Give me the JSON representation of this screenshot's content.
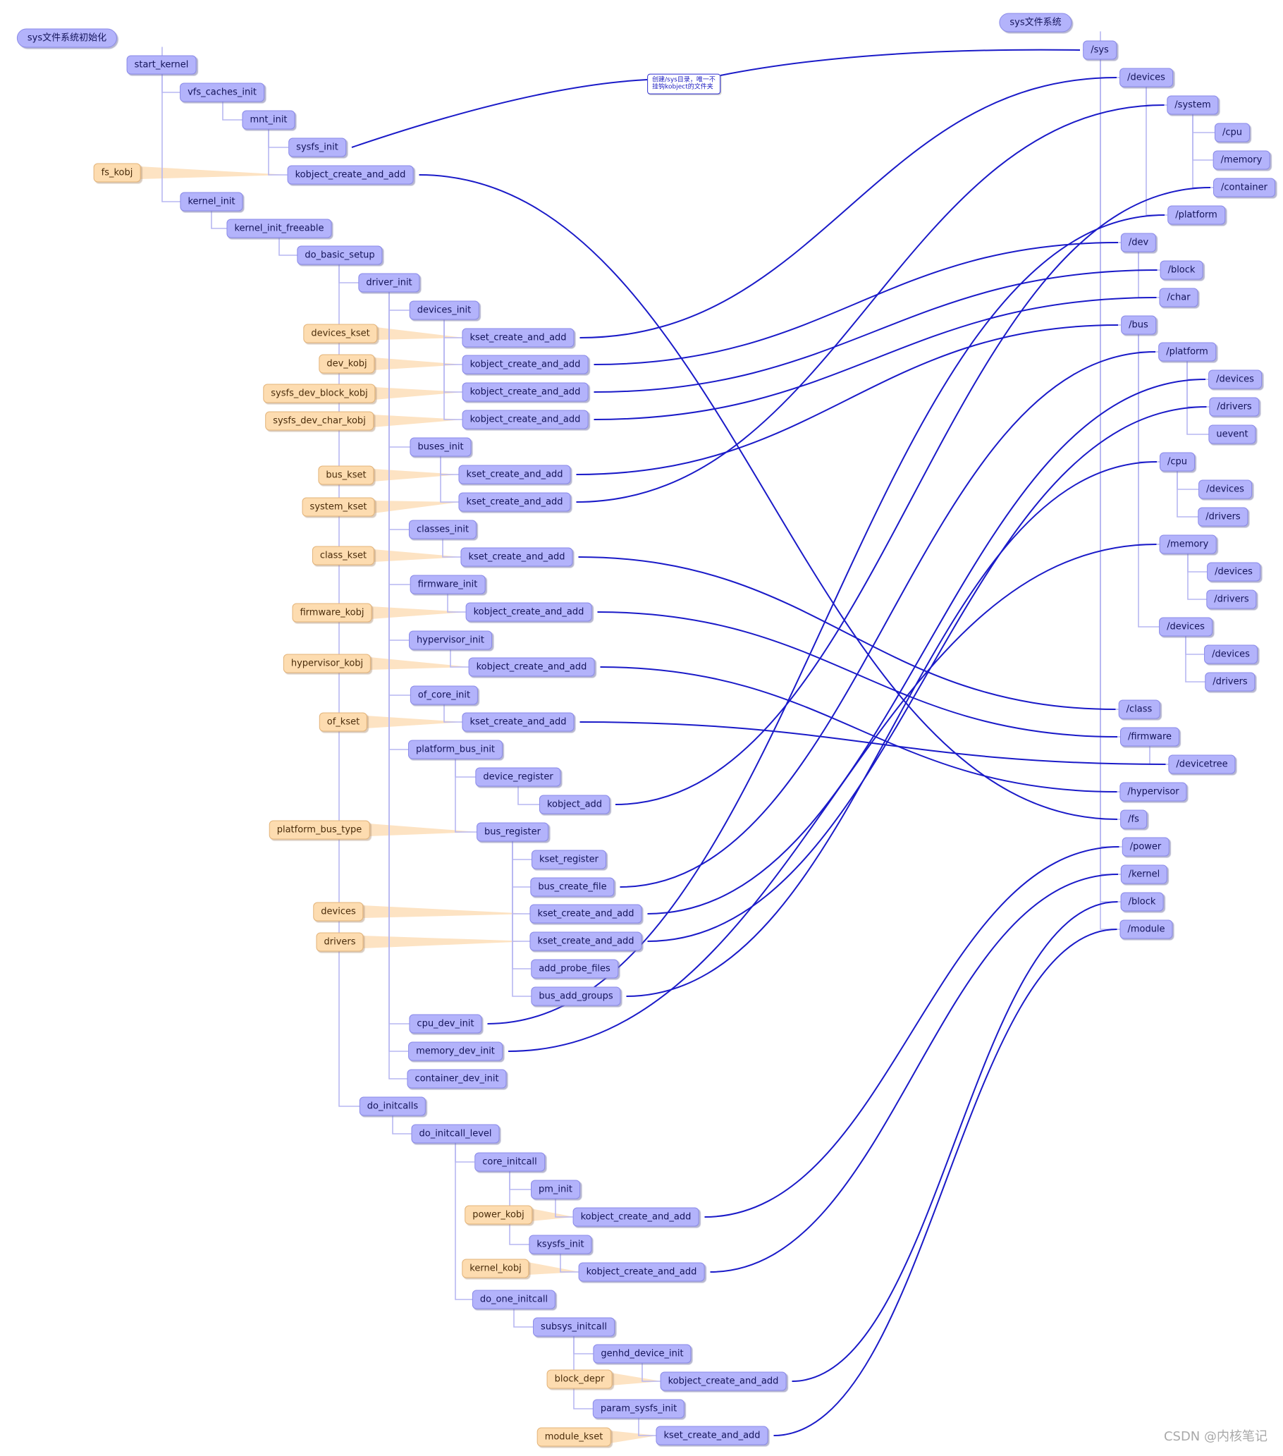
{
  "colors": {
    "tree_line": "#b7b7f2",
    "cross_line": "#1a1ac8",
    "wedge": "#fde3c3",
    "node_blue_fill": "#b3b3fb",
    "node_orange_fill": "#fddcb0"
  },
  "left_tree": {
    "nodes": [
      {
        "id": "L_root",
        "label": "sys文件系统初始化",
        "kind": "root"
      },
      {
        "id": "L_start_kernel",
        "label": "start_kernel"
      },
      {
        "id": "L_vfs",
        "label": "vfs_caches_init"
      },
      {
        "id": "L_mnt",
        "label": "mnt_init"
      },
      {
        "id": "L_sysfs",
        "label": "sysfs_init"
      },
      {
        "id": "L_kca_fs",
        "label": "kobject_create_and_add"
      },
      {
        "id": "L_kernel_init",
        "label": "kernel_init"
      },
      {
        "id": "L_kif",
        "label": "kernel_init_freeable"
      },
      {
        "id": "L_dbs",
        "label": "do_basic_setup"
      },
      {
        "id": "L_driver_init",
        "label": "driver_init"
      },
      {
        "id": "L_devices_init",
        "label": "devices_init"
      },
      {
        "id": "L_d1",
        "label": "kset_create_and_add"
      },
      {
        "id": "L_d2",
        "label": "kobject_create_and_add"
      },
      {
        "id": "L_d3",
        "label": "kobject_create_and_add"
      },
      {
        "id": "L_d4",
        "label": "kobject_create_and_add"
      },
      {
        "id": "L_buses_init",
        "label": "buses_init"
      },
      {
        "id": "L_b1",
        "label": "kset_create_and_add"
      },
      {
        "id": "L_b2",
        "label": "kset_create_and_add"
      },
      {
        "id": "L_classes_init",
        "label": "classes_init"
      },
      {
        "id": "L_c1",
        "label": "kset_create_and_add"
      },
      {
        "id": "L_firmware_init",
        "label": "firmware_init"
      },
      {
        "id": "L_f1",
        "label": "kobject_create_and_add"
      },
      {
        "id": "L_hypervisor_init",
        "label": "hypervisor_init"
      },
      {
        "id": "L_h1",
        "label": "kobject_create_and_add"
      },
      {
        "id": "L_of_core_init",
        "label": "of_core_init"
      },
      {
        "id": "L_o1",
        "label": "kset_create_and_add"
      },
      {
        "id": "L_pbi",
        "label": "platform_bus_init"
      },
      {
        "id": "L_devreg",
        "label": "device_register"
      },
      {
        "id": "L_kobject_add",
        "label": "kobject_add"
      },
      {
        "id": "L_busreg",
        "label": "bus_register"
      },
      {
        "id": "L_kset_register",
        "label": "kset_register"
      },
      {
        "id": "L_bus_create_file",
        "label": "bus_create_file"
      },
      {
        "id": "L_br_kca1",
        "label": "kset_create_and_add"
      },
      {
        "id": "L_br_kca2",
        "label": "kset_create_and_add"
      },
      {
        "id": "L_add_probe_files",
        "label": "add_probe_files"
      },
      {
        "id": "L_bus_add_groups",
        "label": "bus_add_groups"
      },
      {
        "id": "L_cpu_dev_init",
        "label": "cpu_dev_init"
      },
      {
        "id": "L_memory_dev_init",
        "label": "memory_dev_init"
      },
      {
        "id": "L_container_dev_init",
        "label": "container_dev_init"
      },
      {
        "id": "L_do_initcalls",
        "label": "do_initcalls"
      },
      {
        "id": "L_dil",
        "label": "do_initcall_level"
      },
      {
        "id": "L_core_initcall",
        "label": "core_initcall"
      },
      {
        "id": "L_pm_init",
        "label": "pm_init"
      },
      {
        "id": "L_pm_kca",
        "label": "kobject_create_and_add"
      },
      {
        "id": "L_ksysfs_init",
        "label": "ksysfs_init"
      },
      {
        "id": "L_ks_kca",
        "label": "kobject_create_and_add"
      },
      {
        "id": "L_doi",
        "label": "do_one_initcall"
      },
      {
        "id": "L_subsys",
        "label": "subsys_initcall"
      },
      {
        "id": "L_genhd",
        "label": "genhd_device_init"
      },
      {
        "id": "L_gh_kca",
        "label": "kobject_create_and_add"
      },
      {
        "id": "L_param",
        "label": "param_sysfs_init"
      },
      {
        "id": "L_pa_kca",
        "label": "kset_create_and_add"
      }
    ],
    "vars": [
      {
        "id": "V_fs_kobj",
        "label": "fs_kobj"
      },
      {
        "id": "V_devices_kset",
        "label": "devices_kset"
      },
      {
        "id": "V_dev_kobj",
        "label": "dev_kobj"
      },
      {
        "id": "V_sdbk",
        "label": "sysfs_dev_block_kobj"
      },
      {
        "id": "V_sdck",
        "label": "sysfs_dev_char_kobj"
      },
      {
        "id": "V_bus_kset",
        "label": "bus_kset"
      },
      {
        "id": "V_system_kset",
        "label": "system_kset"
      },
      {
        "id": "V_class_kset",
        "label": "class_kset"
      },
      {
        "id": "V_firmware_kobj",
        "label": "firmware_kobj"
      },
      {
        "id": "V_hypervisor_kobj",
        "label": "hypervisor_kobj"
      },
      {
        "id": "V_of_kset",
        "label": "of_kset"
      },
      {
        "id": "V_pbt",
        "label": "platform_bus_type"
      },
      {
        "id": "V_devices",
        "label": "devices"
      },
      {
        "id": "V_drivers",
        "label": "drivers"
      },
      {
        "id": "V_power_kobj",
        "label": "power_kobj"
      },
      {
        "id": "V_kernel_kobj",
        "label": "kernel_kobj"
      },
      {
        "id": "V_block_depr",
        "label": "block_depr"
      },
      {
        "id": "V_module_kset",
        "label": "module_kset"
      }
    ]
  },
  "right_tree": {
    "nodes": [
      {
        "id": "R_root",
        "label": "sys文件系统",
        "kind": "root"
      },
      {
        "id": "R_sys",
        "label": "/sys"
      },
      {
        "id": "R_devices",
        "label": "/devices"
      },
      {
        "id": "R_system",
        "label": "/system"
      },
      {
        "id": "R_cpu",
        "label": "/cpu"
      },
      {
        "id": "R_memory",
        "label": "/memory"
      },
      {
        "id": "R_container",
        "label": "/container"
      },
      {
        "id": "R_platform",
        "label": "/platform"
      },
      {
        "id": "R_dev",
        "label": "/dev"
      },
      {
        "id": "R_block",
        "label": "/block"
      },
      {
        "id": "R_char",
        "label": "/char"
      },
      {
        "id": "R_bus",
        "label": "/bus"
      },
      {
        "id": "R_bplatform",
        "label": "/platform"
      },
      {
        "id": "R_bp_devices",
        "label": "/devices"
      },
      {
        "id": "R_bp_drivers",
        "label": "/drivers"
      },
      {
        "id": "R_bp_uevent",
        "label": "uevent"
      },
      {
        "id": "R_bcpu",
        "label": "/cpu"
      },
      {
        "id": "R_bc_devices",
        "label": "/devices"
      },
      {
        "id": "R_bc_drivers",
        "label": "/drivers"
      },
      {
        "id": "R_bmemory",
        "label": "/memory"
      },
      {
        "id": "R_bm_devices",
        "label": "/devices"
      },
      {
        "id": "R_bm_drivers",
        "label": "/drivers"
      },
      {
        "id": "R_bdevices",
        "label": "/devices"
      },
      {
        "id": "R_bd_devices",
        "label": "/devices"
      },
      {
        "id": "R_bd_drivers",
        "label": "/drivers"
      },
      {
        "id": "R_class",
        "label": "/class"
      },
      {
        "id": "R_firmware",
        "label": "/firmware"
      },
      {
        "id": "R_devicetree",
        "label": "/devicetree"
      },
      {
        "id": "R_hypervisor",
        "label": "/hypervisor"
      },
      {
        "id": "R_fs",
        "label": "/fs"
      },
      {
        "id": "R_power",
        "label": "/power"
      },
      {
        "id": "R_kernel",
        "label": "/kernel"
      },
      {
        "id": "R_block2",
        "label": "/block"
      },
      {
        "id": "R_module",
        "label": "/module"
      }
    ]
  },
  "callout": {
    "lines": [
      "创建/sys目录，唯一不",
      "挂钩kobject的文件夹"
    ]
  },
  "watermark": "CSDN @内核笔记"
}
